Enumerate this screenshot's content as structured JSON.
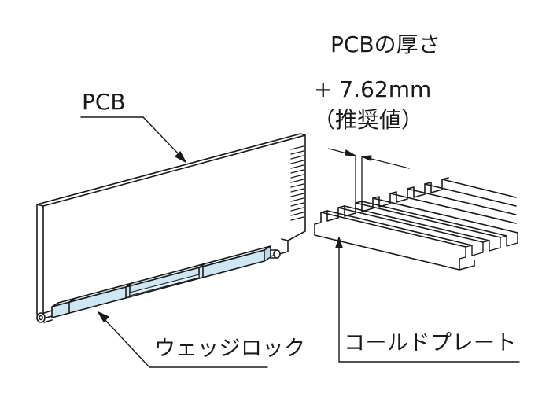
{
  "labels": {
    "pcb": "PCB",
    "thickness_line1": "PCBの厚さ",
    "thickness_line2": "+ 7.62mm",
    "thickness_line3": "（推奨値）",
    "wedge_lock": "ウェッジロック",
    "cold_plate": "コールドプレート"
  },
  "colors": {
    "line": "#1a1a1a",
    "wedge_fill": "#cfe6f3",
    "wedge_fill_light": "#e4f2fa"
  }
}
